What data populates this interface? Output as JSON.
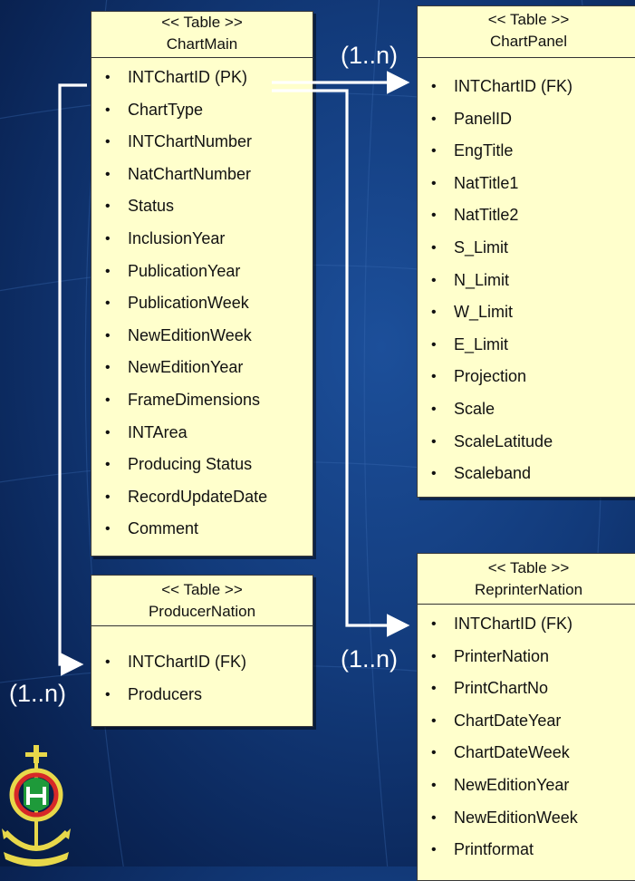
{
  "tables": {
    "chart_main": {
      "stereotype": "<< Table >>",
      "name": "ChartMain",
      "fields": [
        "INTChartID (PK)",
        "ChartType",
        "INTChartNumber",
        "NatChartNumber",
        "Status",
        "InclusionYear",
        "PublicationYear",
        "PublicationWeek",
        "NewEditionWeek",
        "NewEditionYear",
        "FrameDimensions",
        "INTArea",
        "Producing Status",
        "RecordUpdateDate",
        "Comment"
      ]
    },
    "producer_nation": {
      "stereotype": "<< Table >>",
      "name": "ProducerNation",
      "fields": [
        "INTChartID (FK)",
        "Producers"
      ]
    },
    "chart_panel": {
      "stereotype": "<< Table >>",
      "name": "ChartPanel",
      "fields": [
        "INTChartID (FK)",
        "PanelID",
        "EngTitle",
        "NatTitle1",
        "NatTitle2",
        "S_Limit",
        "N_Limit",
        "W_Limit",
        "E_Limit",
        "Projection",
        "Scale",
        "ScaleLatitude",
        "Scaleband"
      ]
    },
    "reprinter_nation": {
      "stereotype": "<< Table >>",
      "name": "ReprinterNation",
      "fields": [
        "INTChartID (FK)",
        "PrinterNation",
        "PrintChartNo",
        "ChartDateYear",
        "ChartDateWeek",
        "NewEditionYear",
        "NewEditionWeek",
        "Printformat"
      ]
    }
  },
  "multiplicities": {
    "chart_panel": "(1..n)",
    "reprinter_nation": "(1..n)",
    "producer_nation": "(1..n)"
  },
  "colors": {
    "table_fill": "#ffffcc",
    "arrow": "#ffffff",
    "background": "#123a7a"
  },
  "icons": [
    "ihb-anchor-logo-icon"
  ]
}
